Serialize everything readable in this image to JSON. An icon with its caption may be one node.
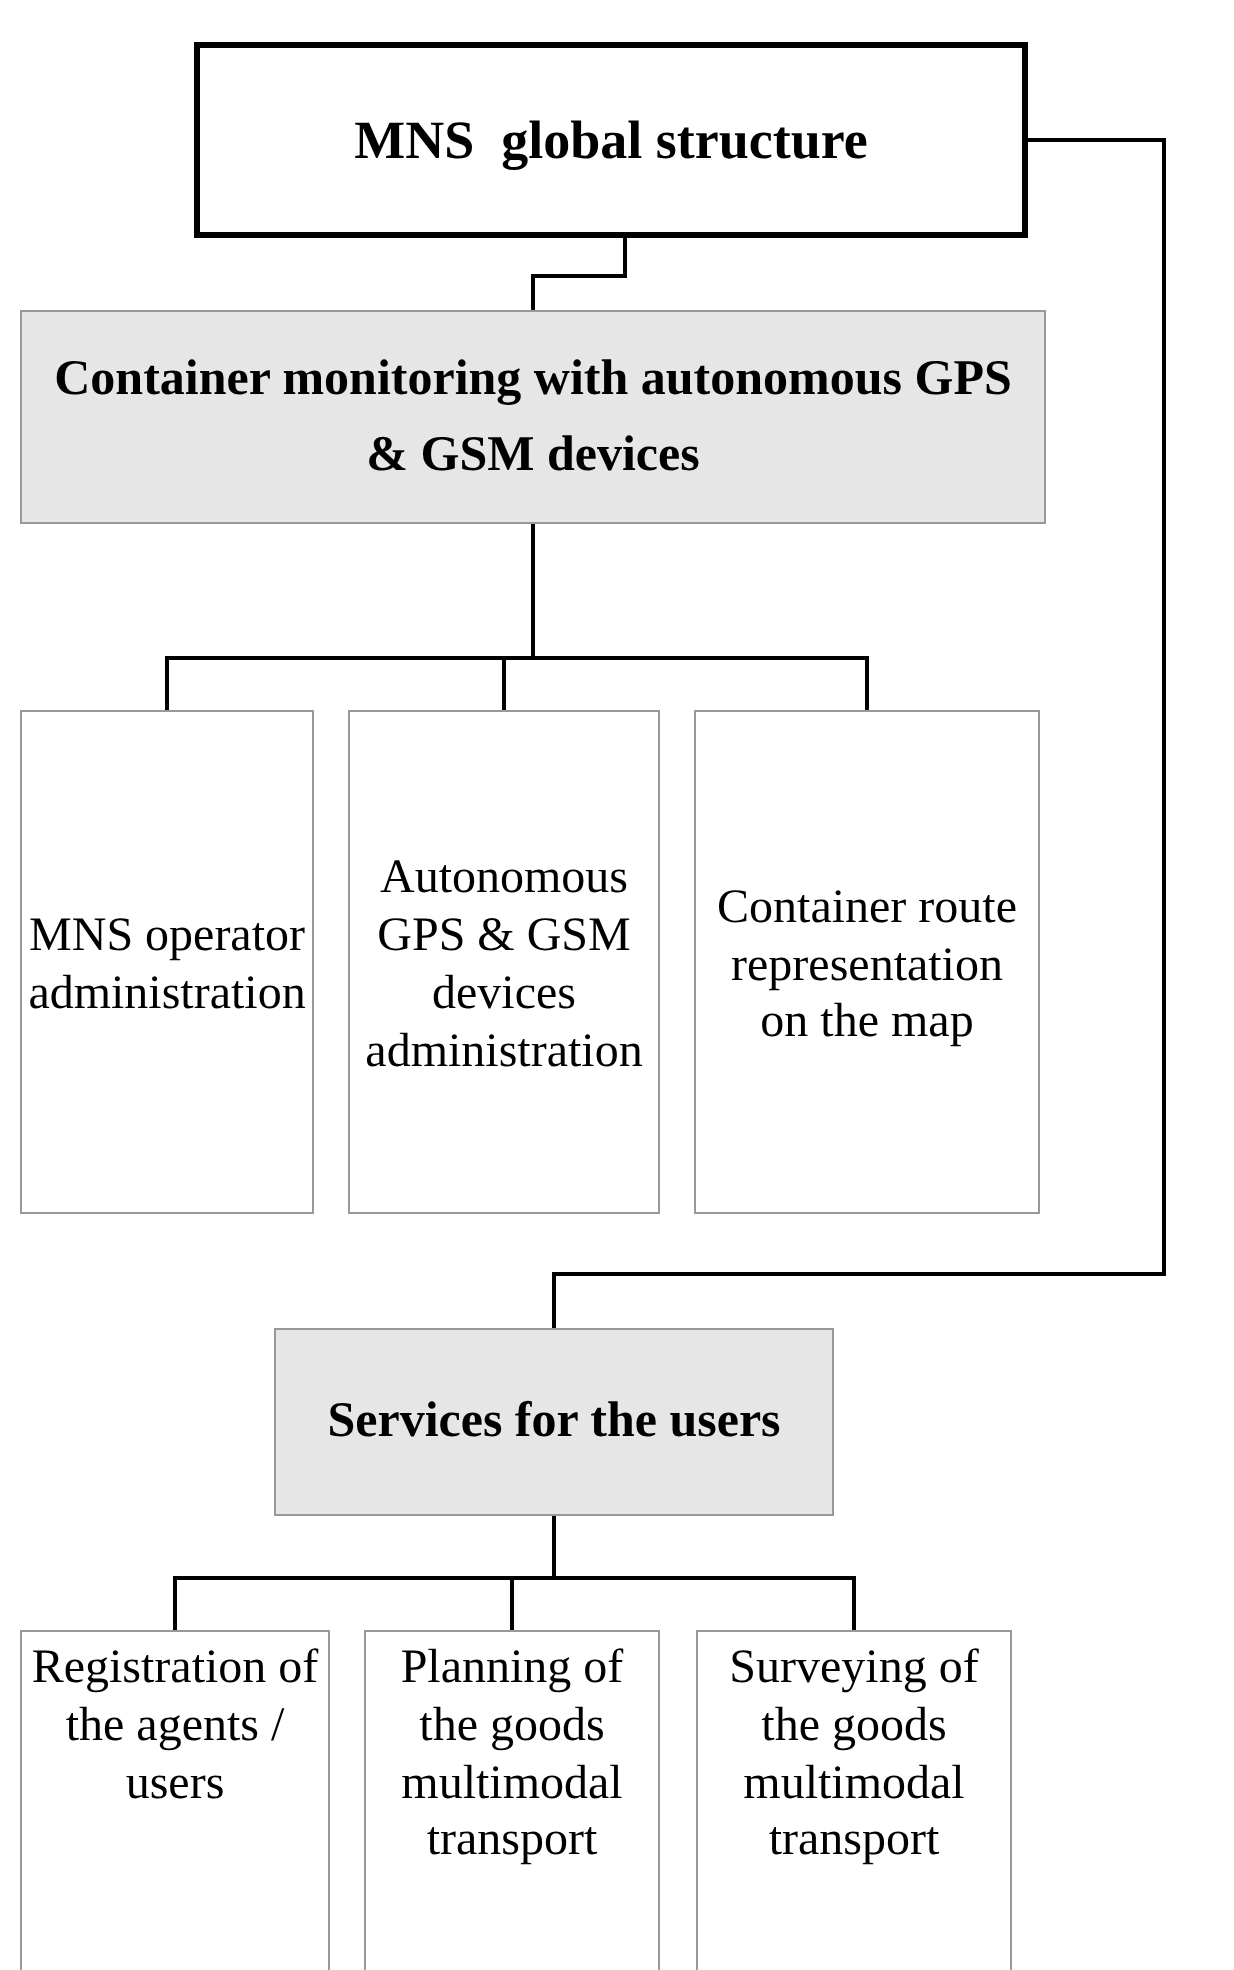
{
  "diagram": {
    "nodes": [
      {
        "text": [
          "MNS  global structure"
        ]
      },
      {
        "text": [
          "Container monitoring with autonomous GPS & GSM devices"
        ]
      },
      {
        "text": [
          "MNS operator administration"
        ]
      },
      {
        "text": [
          "Autonomous GPS & GSM devices administration"
        ]
      },
      {
        "text": [
          "Container route representation on the map"
        ]
      },
      {
        "text": [
          "Services for the users"
        ]
      },
      {
        "text": [
          "Registration of the agents / users"
        ]
      },
      {
        "text": [
          "Planning of the goods multimodal transport"
        ]
      },
      {
        "text": [
          "Surveying of the goods multimodal transport"
        ]
      }
    ],
    "edges": [
      {
        "from": 0,
        "to": 1,
        "arrow": "none"
      },
      {
        "from": 1,
        "to": 2,
        "arrow": "none"
      },
      {
        "from": 1,
        "to": 3,
        "arrow": "none"
      },
      {
        "from": 1,
        "to": 4,
        "arrow": "none"
      },
      {
        "from": 0,
        "to": 5,
        "arrow": "none"
      },
      {
        "from": 5,
        "to": 6,
        "arrow": "none"
      },
      {
        "from": 5,
        "to": 7,
        "arrow": "none"
      },
      {
        "from": 5,
        "to": 8,
        "arrow": "none"
      }
    ]
  }
}
